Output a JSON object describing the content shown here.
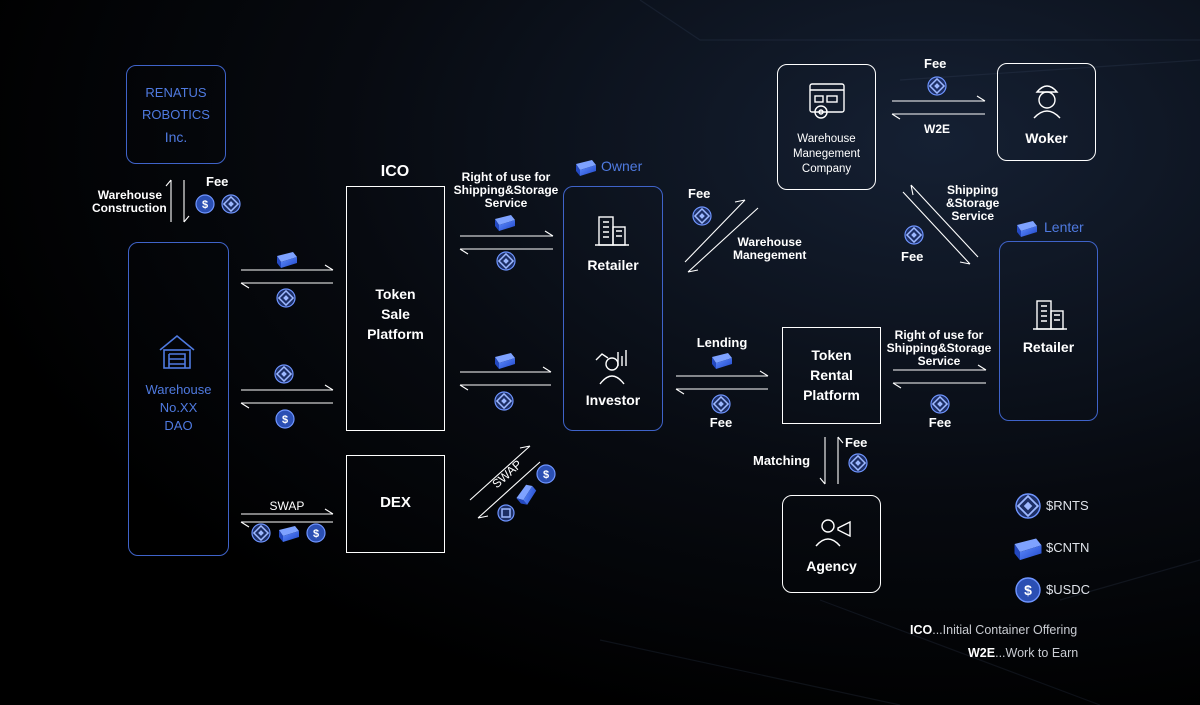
{
  "colors": {
    "accent": "#3f63c9",
    "accent_text": "#4f7ae0",
    "line": "#ffffff",
    "background": "#000000"
  },
  "nodes": {
    "renatus": {
      "line1": "RENATUS",
      "line2": "ROBOTICS",
      "line3": "Inc."
    },
    "dao": {
      "line1": "Warehouse",
      "line2": "No.XX",
      "line3": "DAO",
      "icon": "warehouse-icon"
    },
    "ico_title": "ICO",
    "token_sale": {
      "line1": "Token",
      "line2": "Sale",
      "line3": "Platform"
    },
    "dex": "DEX",
    "owner_tag": "Owner",
    "retailer_owner": "Retailer",
    "investor": "Investor",
    "wmc": {
      "line1": "Warehouse",
      "line2": "Manegement",
      "line3": "Company",
      "icon": "gear-dashboard-icon"
    },
    "woker": "Woker",
    "lenter_tag": "Lenter",
    "retailer_lenter": "Retailer",
    "token_rental": {
      "line1": "Token",
      "line2": "Rental",
      "line3": "Platform"
    },
    "agency": "Agency"
  },
  "edges": {
    "warehouse_construction": {
      "line1": "Warehouse",
      "line2": "Construction"
    },
    "fee_renatus": "Fee",
    "right_of_use_1": {
      "line1": "Right of use for",
      "line2": "Shipping&Storage",
      "line3": "Service"
    },
    "swap_left": "SWAP",
    "swap_diag": "SWAP",
    "fee_wm": "Fee",
    "warehouse_management": {
      "line1": "Warehouse",
      "line2": "Manegement"
    },
    "fee_w2e": "Fee",
    "w2e": "W2E",
    "shipping_storage": {
      "line1": "Shipping",
      "line2": "&Storage",
      "line3": "Service"
    },
    "fee_ss": "Fee",
    "lending": "Lending",
    "fee_lending": "Fee",
    "right_of_use_2": {
      "line1": "Right of use for",
      "line2": "Shipping&Storage",
      "line3": "Service"
    },
    "fee_rental": "Fee",
    "matching": "Matching",
    "fee_agency": "Fee"
  },
  "legend": [
    {
      "icon": "rnts-token-icon",
      "label": "$RNTS"
    },
    {
      "icon": "cntn-container-icon",
      "label": "$CNTN"
    },
    {
      "icon": "usdc-coin-icon",
      "label": "$USDC"
    }
  ],
  "footnotes": [
    {
      "term": "ICO",
      "desc": "...Initial Container Offering"
    },
    {
      "term": "W2E",
      "desc": "...Work to Earn"
    }
  ]
}
